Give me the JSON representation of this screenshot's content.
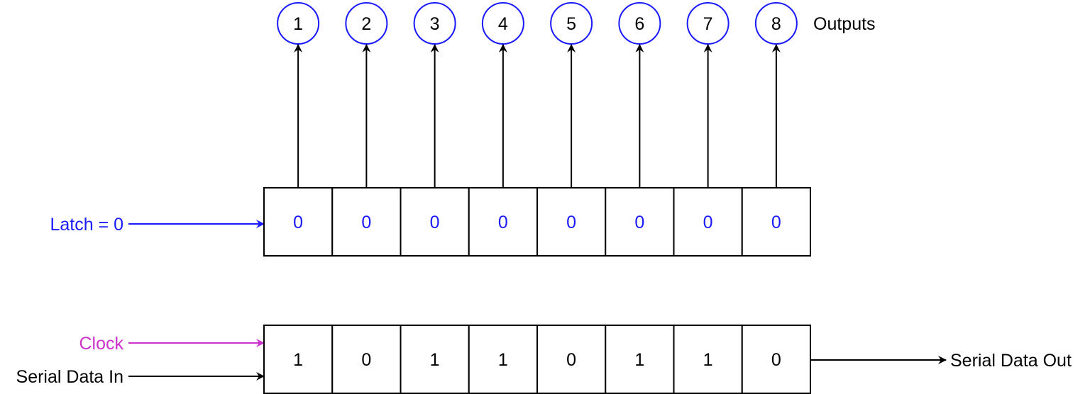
{
  "outputs": {
    "labels": [
      "1",
      "2",
      "3",
      "4",
      "5",
      "6",
      "7",
      "8"
    ],
    "title": "Outputs"
  },
  "latch_register": {
    "label": "Latch = 0",
    "values": [
      "0",
      "0",
      "0",
      "0",
      "0",
      "0",
      "0",
      "0"
    ]
  },
  "shift_register": {
    "clock_label": "Clock",
    "serial_in_label": "Serial Data In",
    "serial_out_label": "Serial Data Out",
    "values": [
      "1",
      "0",
      "1",
      "1",
      "0",
      "1",
      "1",
      "0"
    ]
  },
  "colors": {
    "outline": "#000000",
    "circle_border": "#1a1aff",
    "latch": "#1a1aff",
    "clock": "#cc33cc",
    "text": "#000000"
  }
}
